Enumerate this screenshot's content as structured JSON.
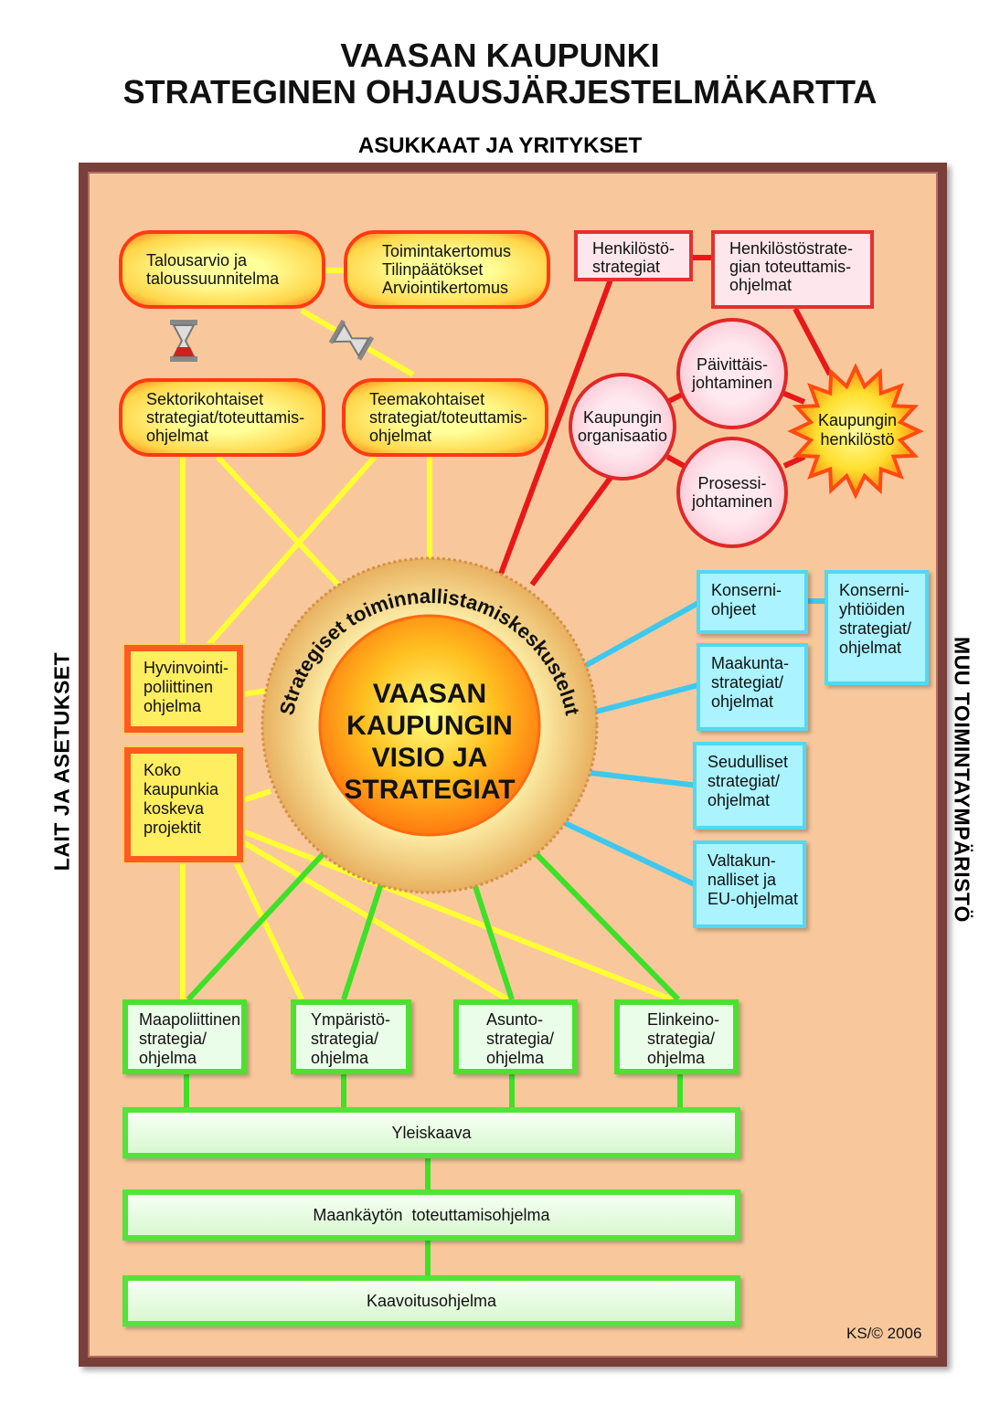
{
  "title": {
    "line1": "VAASAN KAUPUNKI",
    "line2": "STRATEGINEN OHJAUSJÄRJESTELMÄKARTTA"
  },
  "labels": {
    "top": "ASUKKAAT JA YRITYKSET",
    "left": "LAIT JA ASETUKSET",
    "right": "MUU TOIMINTAYMPÄRISTÖ"
  },
  "center": {
    "text": "VAASAN\nKAUPUNGIN\nVISIO JA\nSTRATEGIAT",
    "ring_text": "Strategiset toiminnallistamiskeskustelut"
  },
  "yellow": {
    "talousarvio": "Talousarvio ja\ntaloussuunnitelma",
    "toimintakertomus": "Toimintakertomus\nTilinpäätökset\nArviointikertomus",
    "sektorikohtaiset": "Sektorikohtaiset\nstrategiat/toteuttamis-\nohjelmat",
    "teemakohtaiset": "Teemakohtaiset\nstrategiat/toteuttamis-\nohjelmat",
    "hyvinvointi": "Hyvinvointi-\npoliittinen\nohjelma",
    "koko_kaupunki": "Koko\nkaupunkia\nkoskeva\nprojektit"
  },
  "red": {
    "henkilosto_strategiat": "Henkilöstö-\nstrategiat",
    "henkilostostrategian_ohjelmat": "Henkilöstöstrate-\ngian toteuttamis-\nohjelmat",
    "kaupungin_organisaatio": "Kaupungin\norganisaatio",
    "paivittaisjohtaminen": "Päivittäis-\njohtaminen",
    "prosessijohtaminen": "Prosessi-\njohtaminen",
    "henkilosto": "Kaupungin\nhenkilöstö"
  },
  "blue": {
    "konserniohjeet": "Konserni-\nohjeet",
    "konserniyhtioiden": "Konserni-\nyhtiöiden\nstrategiat/\nohjelmat",
    "maakunta": "Maakunta-\nstrategiat/\nohjelmat",
    "seudulliset": "Seudulliset\nstrategiat/\nohjelmat",
    "valtakunnalliset": "Valtakun-\nnalliset ja\nEU-ohjelmat"
  },
  "green": {
    "maapoliittinen": "Maapoliittinen\nstrategia/\nohjelma",
    "ymparisto": "Ympäristö-\nstrategia/\nohjelma",
    "asunto": "Asunto-\nstrategia/\nohjelma",
    "elinkeino": "Elinkeino-\nstrategia/\nohjelma",
    "yleiskaava": "Yleiskaava",
    "maankaytto": "Maankäytön  toteuttamisohjelma",
    "kaavoitus": "Kaavoitusohjelma"
  },
  "credit": "KS/© 2006",
  "colors": {
    "frame": "#7a3f3a",
    "background": "#f8c89c",
    "yellow_line": "#ffff33",
    "red_line": "#e81818",
    "blue_line": "#3ec8ee",
    "green_line": "#3ee028"
  }
}
